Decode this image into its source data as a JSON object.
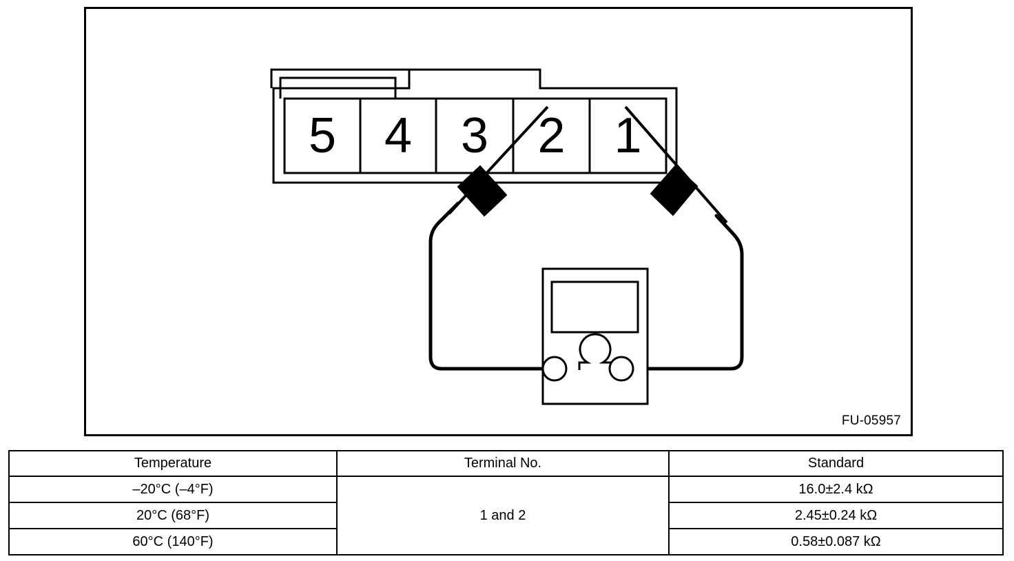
{
  "figure": {
    "caption": "FU-05957",
    "connector": {
      "name": "5-pin-connector",
      "pins": [
        "5",
        "4",
        "3",
        "2",
        "1"
      ]
    },
    "meter": {
      "name": "ohmmeter",
      "symbol": "Ω",
      "display_label": "",
      "probe_terminals": [
        "left-probe-jack",
        "right-probe-jack"
      ]
    },
    "probes": [
      {
        "name": "probe-to-pin-2",
        "attached_pin": "2"
      },
      {
        "name": "probe-to-pin-1",
        "attached_pin": "1"
      }
    ]
  },
  "table": {
    "headers": [
      "Temperature",
      "Terminal No.",
      "Standard"
    ],
    "terminal_value": "1 and 2",
    "rows": [
      {
        "temperature": "–20°C (–4°F)",
        "standard": "16.0±2.4 kΩ"
      },
      {
        "temperature": "20°C (68°F)",
        "standard": "2.45±0.24 kΩ"
      },
      {
        "temperature": "60°C (140°F)",
        "standard": "0.58±0.087 kΩ"
      }
    ]
  },
  "colors": {
    "line": "#000000",
    "background": "#ffffff"
  }
}
